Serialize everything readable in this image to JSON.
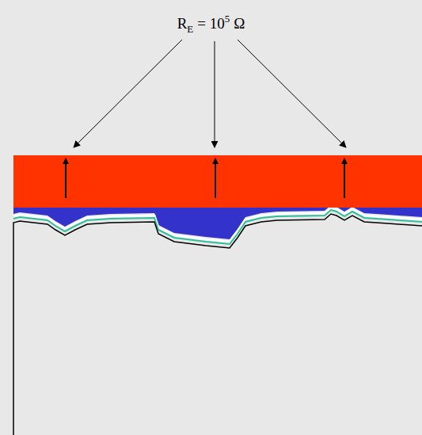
{
  "diagram": {
    "labels": [
      "R",
      "E",
      "= 10",
      "5",
      "Ω"
    ]
  }
}
